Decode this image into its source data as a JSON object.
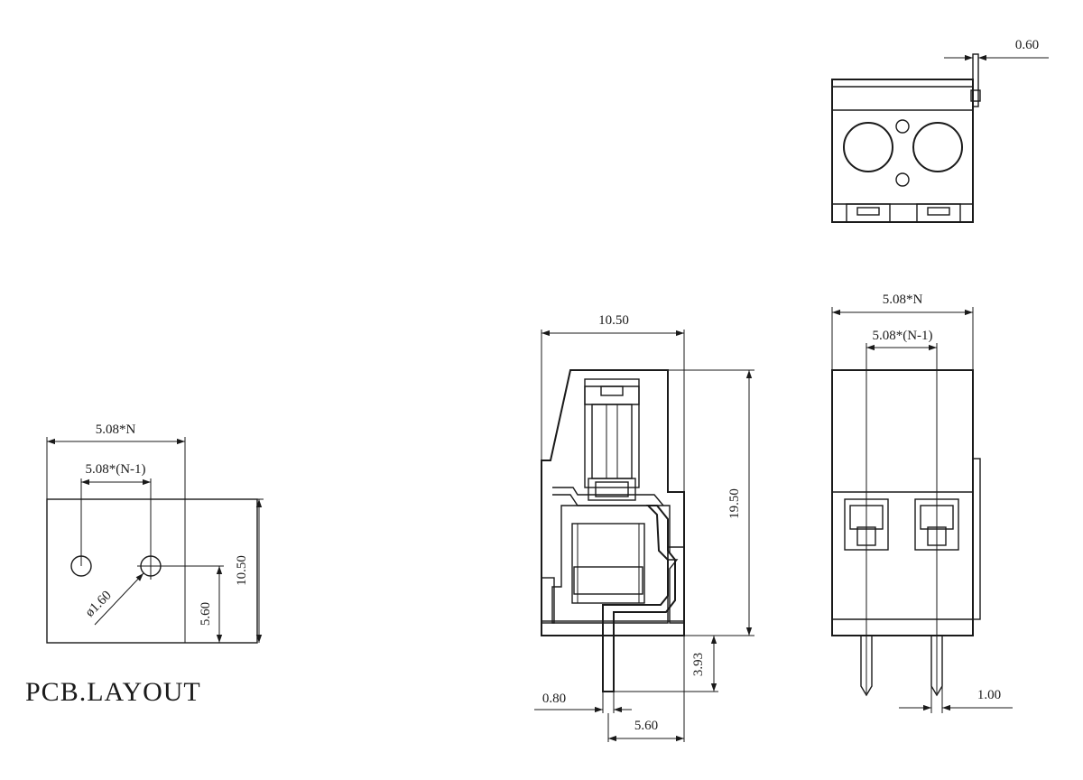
{
  "pcb_layout": {
    "title": "PCB.LAYOUT",
    "dim_pitch_total": "5.08*N",
    "dim_pitch_span": "5.08*(N-1)",
    "dim_hole": "ø1.60",
    "dim_height": "10.50",
    "dim_offset": "5.60"
  },
  "side_view": {
    "dim_width": "10.50",
    "dim_height": "19.50",
    "dim_pin_length": "3.93",
    "dim_pin_thickness": "0.80",
    "dim_pin_offset": "5.60"
  },
  "top_view": {
    "dim_tab": "0.60"
  },
  "front_view": {
    "dim_pitch_total": "5.08*N",
    "dim_pitch_span": "5.08*(N-1)",
    "dim_pin_width": "1.00"
  }
}
